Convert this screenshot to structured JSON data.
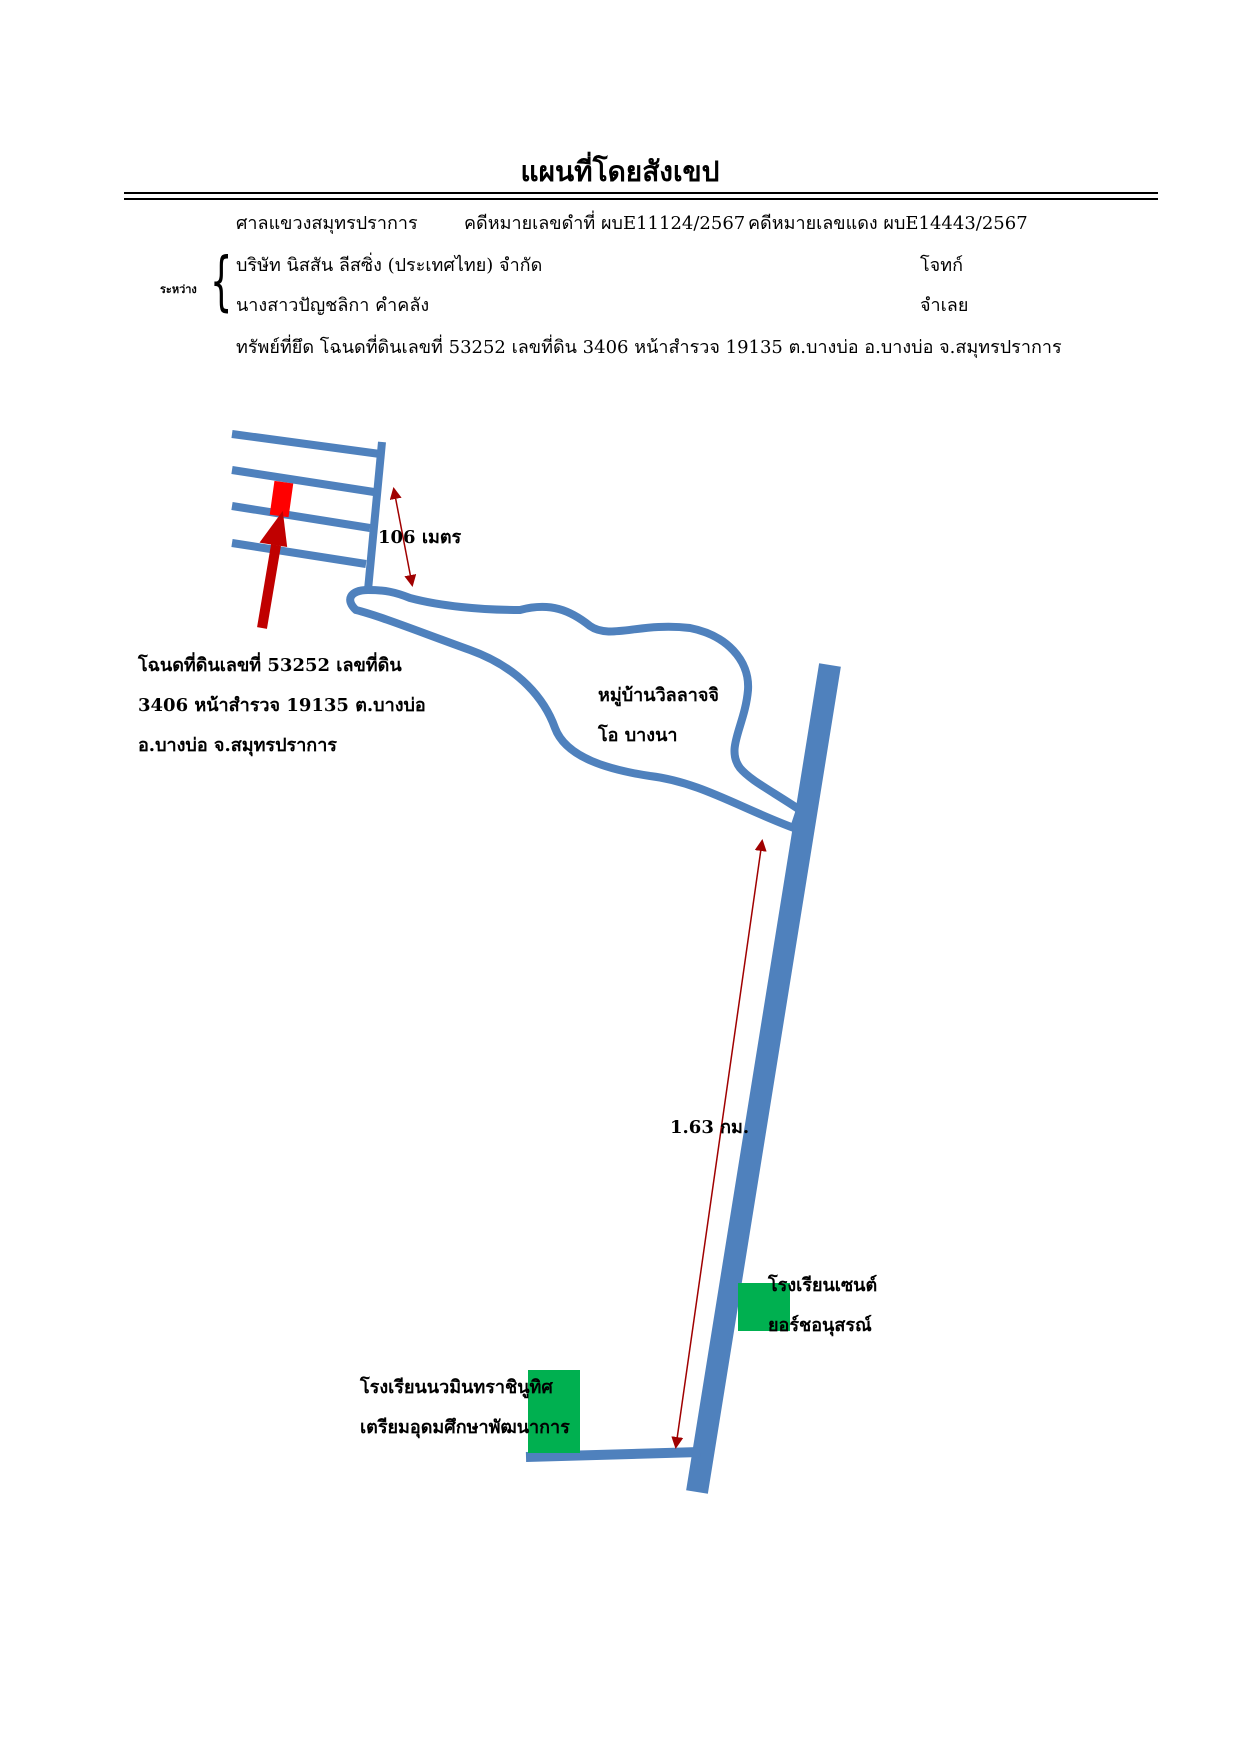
{
  "title": "แผนที่โดยสังเขป",
  "header": {
    "court": "ศาลแขวงสมุทรปราการ",
    "black_case": "คดีหมายเลขดำที่ ผบE11124/2567",
    "red_case": "คดีหมายเลขแดง ผบE14443/2567",
    "between_label": "ระหว่าง",
    "plaintiff_name": "บริษัท นิสสัน ลีสซิ่ง (ประเทศไทย) จำกัด",
    "plaintiff_role": "โจทก์",
    "defendant_name": "นางสาวปัญชลิกา คำคลัง",
    "defendant_role": "จำเลย",
    "property": "ทรัพย์ที่ยึด  โฉนดที่ดินเลขที่ 53252 เลขที่ดิน 3406 หน้าสำรวจ 19135 ต.บางบ่อ อ.บางบ่อ จ.สมุทรปราการ"
  },
  "map": {
    "colors": {
      "road": "#4f81bd",
      "plot": "#ff0000",
      "arrow": "#c00000",
      "school": "#00b050",
      "distance": "#a00000"
    },
    "plot_label": [
      "โฉนดที่ดินเลขที่ 53252 เลขที่ดิน",
      "3406 หน้าสำรวจ 19135 ต.บางบ่อ",
      "อ.บางบ่อ จ.สมุทรปราการ"
    ],
    "distance_short": "106 เมตร",
    "village_label": [
      "หมู่บ้านวิลลาจจิ",
      "โอ บางนา"
    ],
    "distance_long": "1.63 กม.",
    "school_east": [
      "โรงเรียนเซนต์",
      "ยอร์ชอนุสรณ์"
    ],
    "school_west": [
      "โรงเรียนนวมินทราชินูทิศ",
      "เตรียมอุดมศึกษาพัฒนาการ"
    ]
  }
}
